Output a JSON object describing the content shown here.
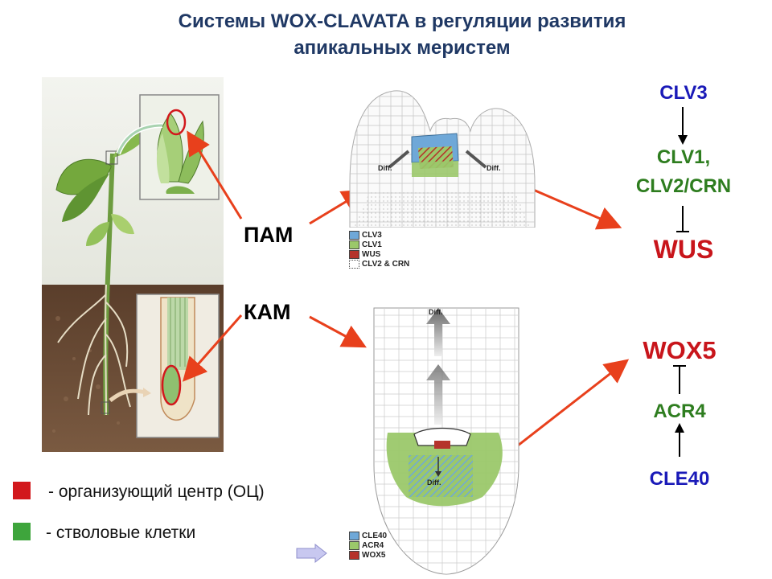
{
  "title": {
    "line1": "Системы WOX-CLAVATA в регуляции развития",
    "line2": "апикальных меристем"
  },
  "labels": {
    "pam": "ПАМ",
    "kam": "КАМ"
  },
  "shoot_pathway": {
    "clv3": "CLV3",
    "clv1": "CLV1,",
    "clv2": "CLV2/CRN",
    "wus": "WUS"
  },
  "root_pathway": {
    "wox5": "WOX5",
    "acr4": "ACR4",
    "cle40": "CLE40"
  },
  "shoot_diagram": {
    "diff_left": "Diff.",
    "diff_right": "Diff.",
    "legend": [
      "CLV3",
      "CLV1",
      "WUS",
      "CLV2 & CRN"
    ]
  },
  "root_diagram": {
    "diff_top": "Diff.",
    "diff_center": "Diff.",
    "legend": [
      "CLE40",
      "ACR4",
      "WOX5"
    ]
  },
  "key": {
    "organizing_center": "- организующий центр (ОЦ)",
    "stem_cells": "- стволовые клетки"
  },
  "colors": {
    "title": "#1f3864",
    "clv3_blue": "#6fa8d8",
    "clv1_green": "#9bc86a",
    "wus_red": "#b5332b",
    "arrow_red": "#e8401c",
    "key_red": "#d2181c",
    "key_green": "#3ea53c"
  }
}
